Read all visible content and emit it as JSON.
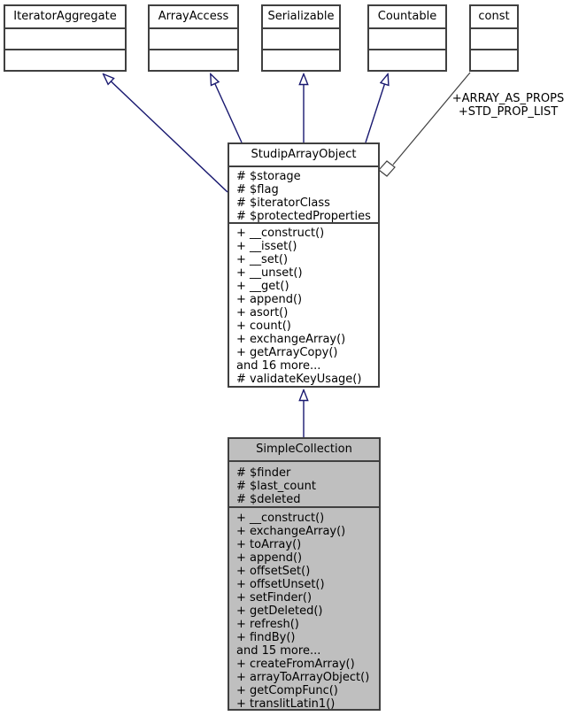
{
  "colors": {
    "inheritance_line": "#191970",
    "usage_line": "#404040",
    "box_border": "#404040",
    "highlight_fill": "#bfbfbf"
  },
  "interfaces": [
    {
      "name": "IteratorAggregate"
    },
    {
      "name": "ArrayAccess"
    },
    {
      "name": "Serializable"
    },
    {
      "name": "Countable"
    },
    {
      "name": "const"
    }
  ],
  "usage_edge_label": [
    "+ARRAY_AS_PROPS",
    "+STD_PROP_LIST"
  ],
  "classes": {
    "studip_array_object": {
      "name": "StudipArrayObject",
      "attributes": [
        "# $storage",
        "# $flag",
        "# $iteratorClass",
        "# $protectedProperties"
      ],
      "methods": [
        "+ __construct()",
        "+ __isset()",
        "+ __set()",
        "+ __unset()",
        "+ __get()",
        "+ append()",
        "+ asort()",
        "+ count()",
        "+ exchangeArray()",
        "+ getArrayCopy()",
        "and 16 more...",
        "# validateKeyUsage()"
      ]
    },
    "simple_collection": {
      "name": "SimpleCollection",
      "attributes": [
        "# $finder",
        "# $last_count",
        "# $deleted"
      ],
      "methods": [
        "+ __construct()",
        "+ exchangeArray()",
        "+ toArray()",
        "+ append()",
        "+ offsetSet()",
        "+ offsetUnset()",
        "+ setFinder()",
        "+ getDeleted()",
        "+ refresh()",
        "+ findBy()",
        "and 15 more...",
        "+ createFromArray()",
        "+ arrayToArrayObject()",
        "+ getCompFunc()",
        "+ translitLatin1()"
      ]
    }
  }
}
